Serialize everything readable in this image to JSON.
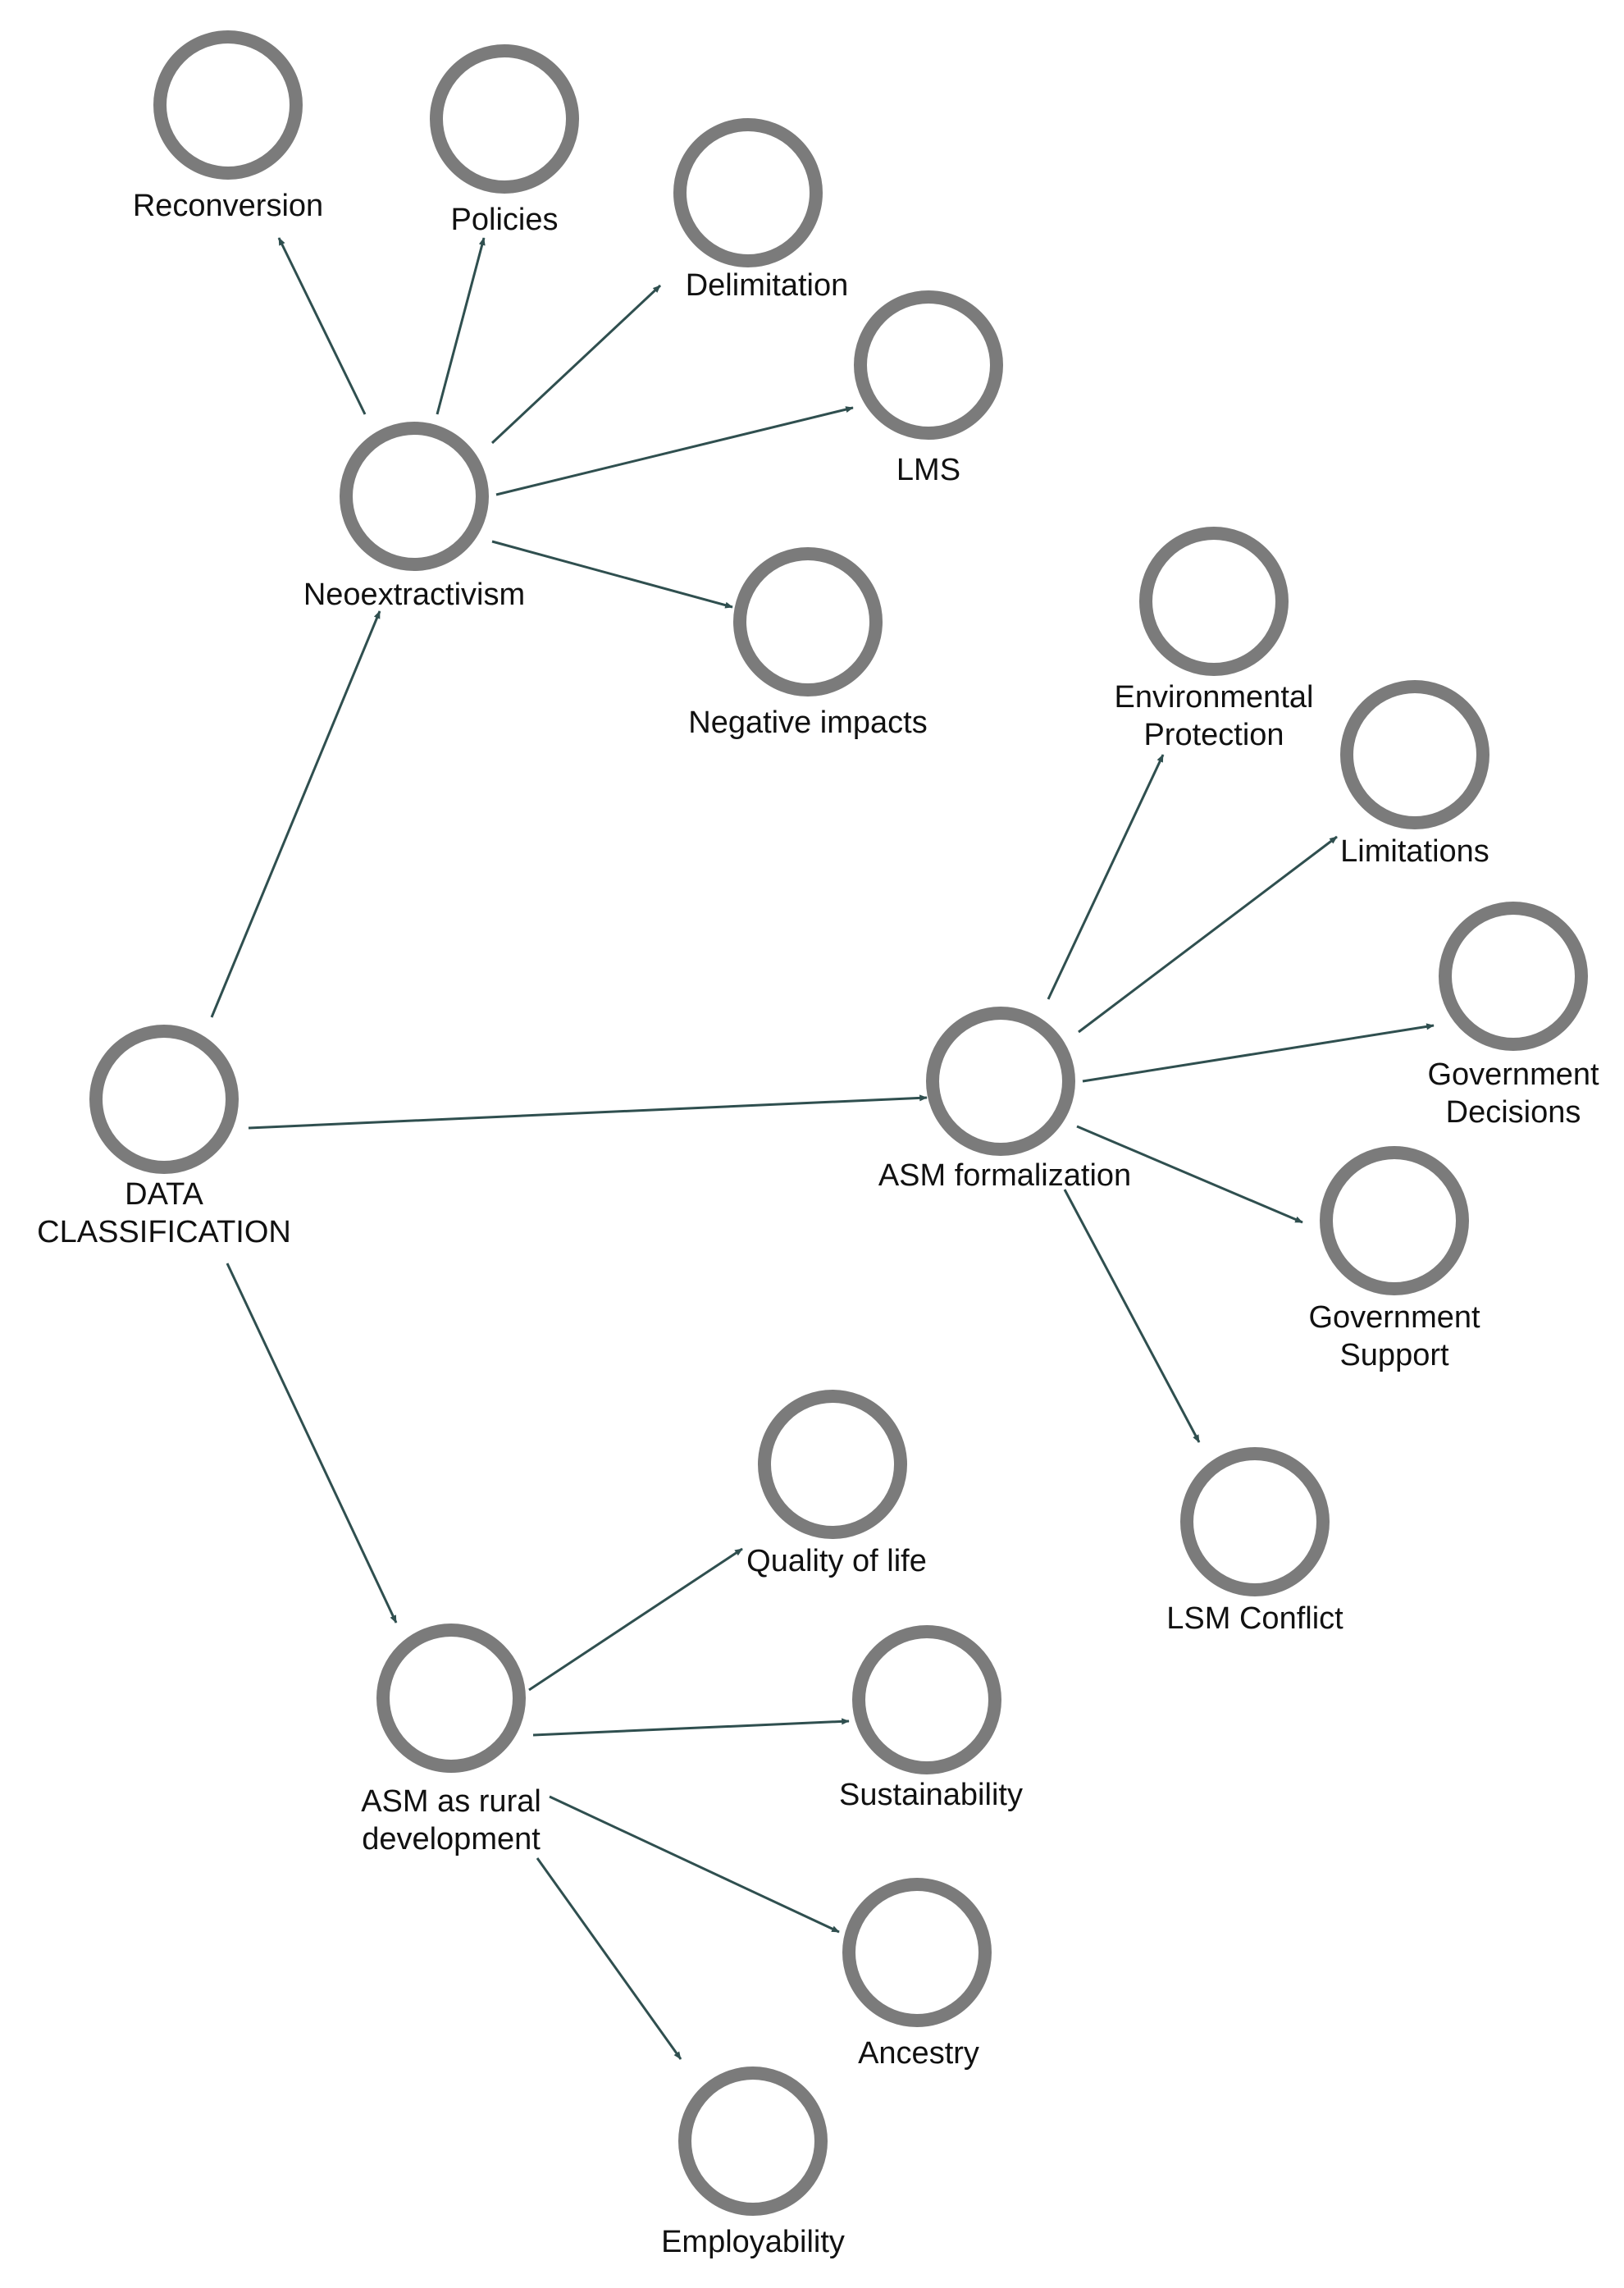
{
  "diagram": {
    "colors": {
      "node_ring": "#7b7b7b",
      "edge": "#2f4f4f",
      "label": "#111111",
      "background": "#ffffff"
    },
    "nodes": [
      {
        "id": "data-classification",
        "label_lines": [
          "DATA",
          "CLASSIFICATION"
        ]
      },
      {
        "id": "neoextractivism",
        "label_lines": [
          "Neoextractivism"
        ]
      },
      {
        "id": "reconversion",
        "label_lines": [
          "Reconversion"
        ]
      },
      {
        "id": "policies",
        "label_lines": [
          "Policies"
        ]
      },
      {
        "id": "delimitation",
        "label_lines": [
          "Delimitation"
        ]
      },
      {
        "id": "lms",
        "label_lines": [
          "LMS"
        ]
      },
      {
        "id": "negative-impacts",
        "label_lines": [
          "Negative impacts"
        ]
      },
      {
        "id": "asm-formalization",
        "label_lines": [
          "ASM formalization"
        ]
      },
      {
        "id": "environmental-protection",
        "label_lines": [
          "Environmental",
          "Protection"
        ]
      },
      {
        "id": "limitations",
        "label_lines": [
          "Limitations"
        ]
      },
      {
        "id": "government-decisions",
        "label_lines": [
          "Government",
          "Decisions"
        ]
      },
      {
        "id": "government-support",
        "label_lines": [
          "Government",
          "Support"
        ]
      },
      {
        "id": "lsm-conflict",
        "label_lines": [
          "LSM Conflict"
        ]
      },
      {
        "id": "asm-rural-development",
        "label_lines": [
          "ASM as rural",
          "development"
        ]
      },
      {
        "id": "quality-of-life",
        "label_lines": [
          "Quality of life"
        ]
      },
      {
        "id": "sustainability",
        "label_lines": [
          "Sustainability"
        ]
      },
      {
        "id": "ancestry",
        "label_lines": [
          "Ancestry"
        ]
      },
      {
        "id": "employability",
        "label_lines": [
          "Employability"
        ]
      }
    ],
    "edges": [
      {
        "from": "data-classification",
        "to": "neoextractivism"
      },
      {
        "from": "data-classification",
        "to": "asm-formalization"
      },
      {
        "from": "data-classification",
        "to": "asm-rural-development"
      },
      {
        "from": "neoextractivism",
        "to": "reconversion"
      },
      {
        "from": "neoextractivism",
        "to": "policies"
      },
      {
        "from": "neoextractivism",
        "to": "delimitation"
      },
      {
        "from": "neoextractivism",
        "to": "lms"
      },
      {
        "from": "neoextractivism",
        "to": "negative-impacts"
      },
      {
        "from": "asm-formalization",
        "to": "environmental-protection"
      },
      {
        "from": "asm-formalization",
        "to": "limitations"
      },
      {
        "from": "asm-formalization",
        "to": "government-decisions"
      },
      {
        "from": "asm-formalization",
        "to": "government-support"
      },
      {
        "from": "asm-formalization",
        "to": "lsm-conflict"
      },
      {
        "from": "asm-rural-development",
        "to": "quality-of-life"
      },
      {
        "from": "asm-rural-development",
        "to": "sustainability"
      },
      {
        "from": "asm-rural-development",
        "to": "ancestry"
      },
      {
        "from": "asm-rural-development",
        "to": "employability"
      }
    ]
  }
}
